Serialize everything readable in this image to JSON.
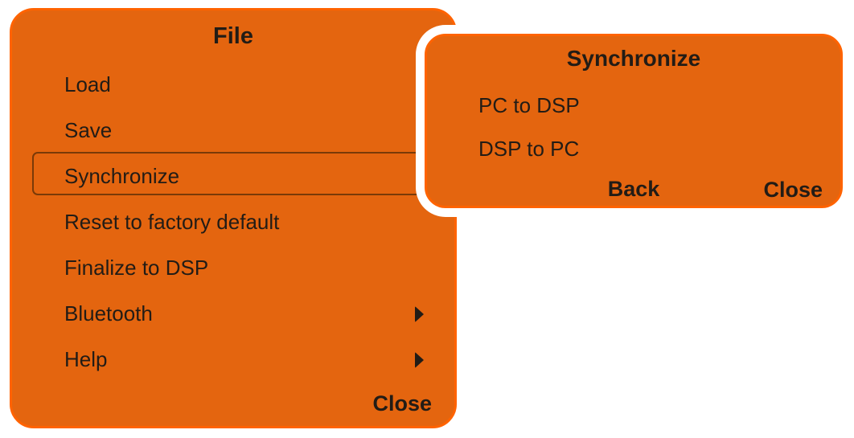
{
  "file_menu": {
    "title": "File",
    "items": [
      {
        "label": "Load",
        "selected": false,
        "has_submenu": false
      },
      {
        "label": "Save",
        "selected": false,
        "has_submenu": false
      },
      {
        "label": "Synchronize",
        "selected": true,
        "has_submenu": false
      },
      {
        "label": "Reset to factory default",
        "selected": false,
        "has_submenu": false
      },
      {
        "label": "Finalize to DSP",
        "selected": false,
        "has_submenu": false
      },
      {
        "label": "Bluetooth",
        "selected": false,
        "has_submenu": true
      },
      {
        "label": "Help",
        "selected": false,
        "has_submenu": true
      }
    ],
    "close_label": "Close"
  },
  "synchronize_menu": {
    "title": "Synchronize",
    "items": [
      {
        "label": "PC to DSP"
      },
      {
        "label": "DSP to PC"
      }
    ],
    "back_label": "Back",
    "close_label": "Close"
  },
  "colors": {
    "panel_fill": "#e4650f",
    "panel_border": "#ff6300",
    "selection_border": "#7a3a08",
    "text": "#221c16",
    "overlay_halo": "#ffffff",
    "page_background": "#ffffff"
  }
}
